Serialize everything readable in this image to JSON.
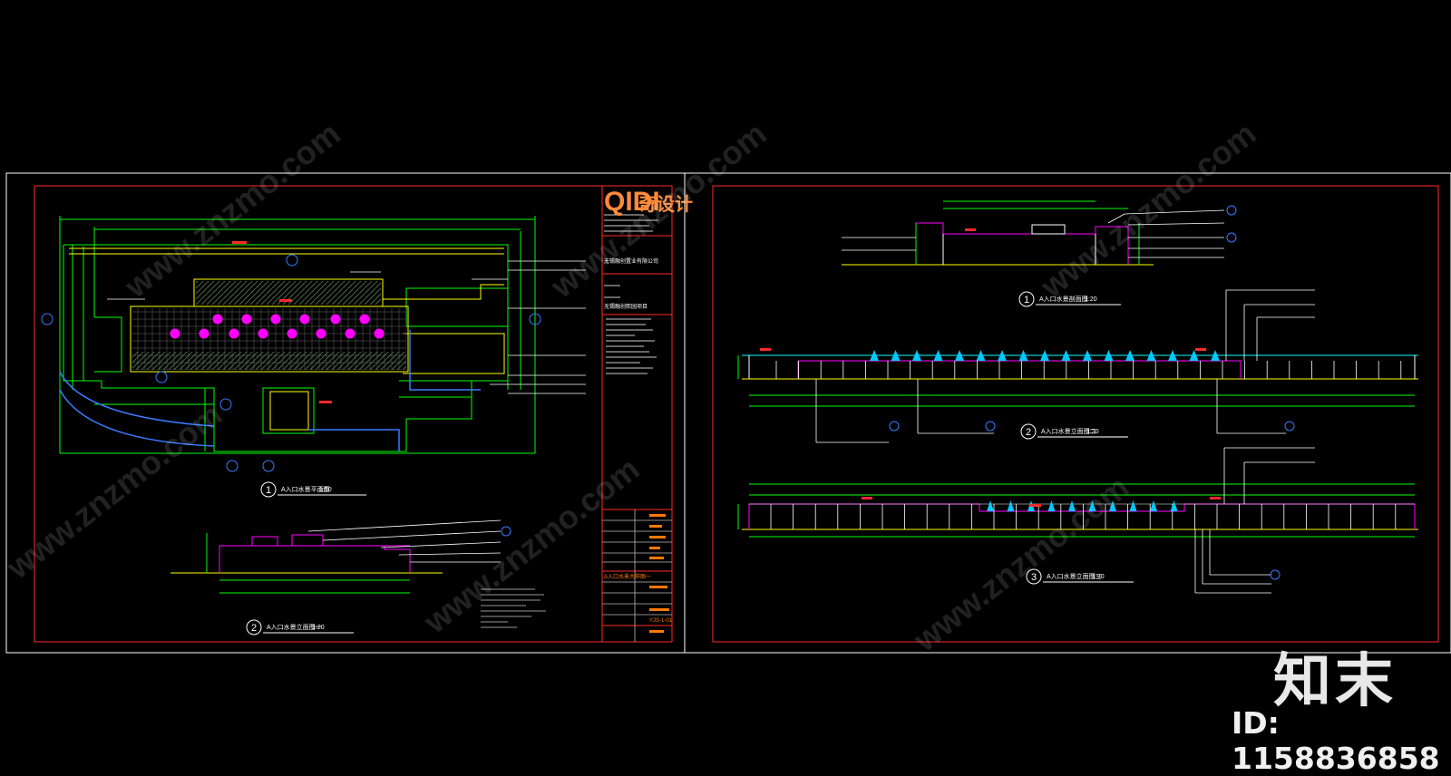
{
  "sheet1": {
    "plan_title": "A入口水景平面图",
    "plan_scale": "1:50",
    "plan_index": "1",
    "elev1_title": "A入口水景立面图一",
    "elev1_scale": "1:20",
    "elev1_index": "2",
    "title_block": {
      "logo": "QIDI",
      "logo_cn": "奇设计",
      "client": "无锡融创置业有限公司",
      "project": "无锡融创熙园项目",
      "drawing_name": "A入口水景大样图一",
      "drawing_no": "YJS-1-01"
    }
  },
  "sheet2": {
    "sec1_title": "A入口水景剖面图",
    "sec1_scale": "1:20",
    "sec1_index": "1",
    "elev2_title": "A入口水景立面图二",
    "elev2_scale": "1:30",
    "elev2_index": "2",
    "elev3_title": "A入口水景立面图三",
    "elev3_scale": "1:30",
    "elev3_index": "3"
  },
  "watermark": {
    "site": "www.znzmo.com",
    "brand": "知末",
    "id_text": "ID: 1158836858"
  },
  "colors": {
    "background": "#000000",
    "border": "#ff2a2a",
    "line_green": "#00ff00",
    "line_yellow": "#ffff00",
    "line_magenta": "#ff00ff",
    "line_cyan": "#00ffff",
    "line_blue": "#3a7bff",
    "fountain_cyan": "#00c8ff"
  }
}
